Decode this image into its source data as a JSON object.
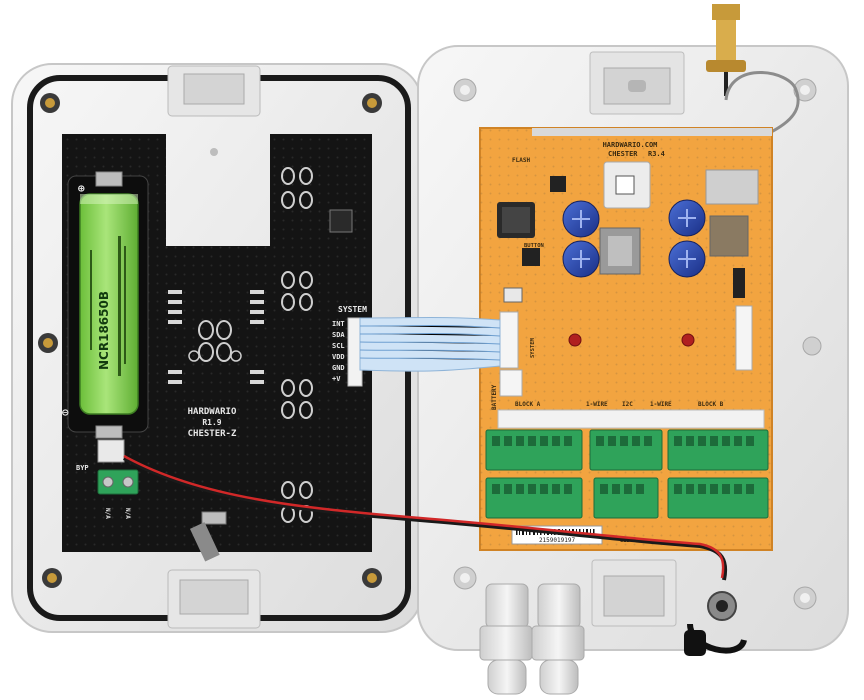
{
  "lid_board": {
    "brand": "HARDWARIO",
    "revision": "R1.9",
    "model": "CHESTER-Z",
    "system_header": "SYSTEM",
    "system_pins": [
      "INT",
      "SDA",
      "SCL",
      "VDD",
      "GND",
      "+V"
    ],
    "bypass_label": "BYP",
    "terminal_labels": [
      "N/A",
      "N/A"
    ]
  },
  "battery": {
    "model": "NCR18650B",
    "plus": "⊕",
    "minus": "⊖"
  },
  "main_board": {
    "brand": "HARDWARIO.COM",
    "model": "CHESTER",
    "revision": "R3.4",
    "labels": {
      "flash": "FLASH",
      "button": "BUTTON",
      "battery": "BATTERY",
      "system": "SYSTEM",
      "block_a": "BLOCK A",
      "one_wire_a": "1-WIRE",
      "i2c": "I2C",
      "one_wire_b": "1-WIRE",
      "block_b": "BLOCK B",
      "led": "LED"
    },
    "serial_number": "2159019197"
  },
  "colors": {
    "enclosure": "#f0f0f0",
    "gasket": "#1a1a1a",
    "pcb_black": "#141414",
    "pcb_orange": "#f2a440",
    "battery_green": "#8fd65a",
    "terminal_green": "#2fa35a",
    "ribbon": "#b9d6f0"
  }
}
